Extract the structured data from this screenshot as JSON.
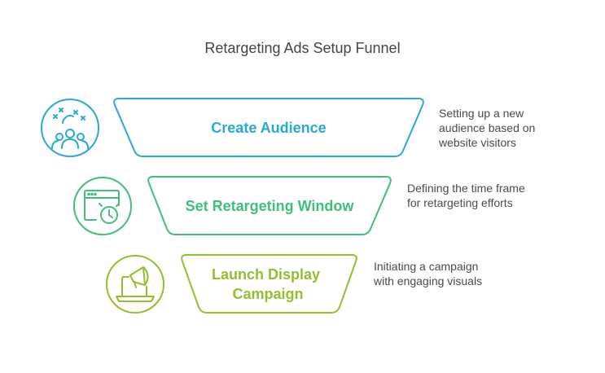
{
  "title": "Retargeting Ads Setup Funnel",
  "stages": [
    {
      "label_lines": [
        "Create Audience"
      ],
      "description_lines": [
        "Setting up a new",
        "audience based on",
        "website visitors"
      ],
      "icon": "audience-icon",
      "color": "#29a9d6"
    },
    {
      "label_lines": [
        "Set Retargeting Window"
      ],
      "description_lines": [
        "Defining the time frame",
        "for retargeting efforts"
      ],
      "icon": "browser-clock-icon",
      "color": "#3fbf7a"
    },
    {
      "label_lines": [
        "Launch Display",
        "Campaign"
      ],
      "description_lines": [
        "Initiating a campaign",
        "with engaging visuals"
      ],
      "icon": "laptop-megaphone-icon",
      "color": "#93bf2f"
    }
  ]
}
